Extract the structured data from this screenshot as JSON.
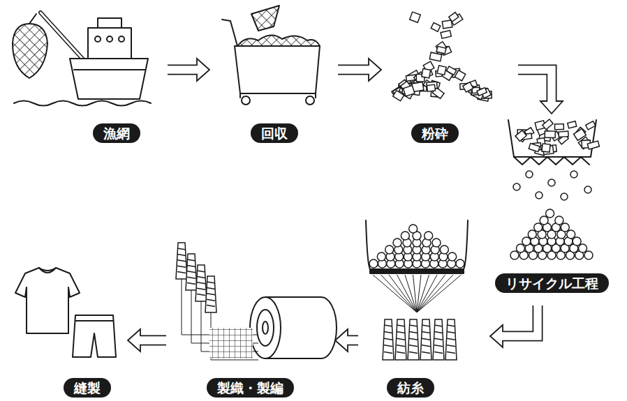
{
  "diagram": {
    "nodes": [
      {
        "text": [
          "漁網"
        ]
      },
      {
        "text": [
          "回収"
        ]
      },
      {
        "text": [
          "粉砕"
        ]
      },
      {
        "text": [
          "リサイクル工程"
        ]
      },
      {
        "text": [
          "紡糸"
        ]
      },
      {
        "text": [
          "製織・製編"
        ]
      },
      {
        "text": [
          "縫製"
        ]
      }
    ],
    "edges": [
      {
        "from": 0,
        "to": 1,
        "arrow": "to"
      },
      {
        "from": 1,
        "to": 2,
        "arrow": "to"
      },
      {
        "from": 2,
        "to": 3,
        "arrow": "to"
      },
      {
        "from": 3,
        "to": 4,
        "arrow": "to"
      },
      {
        "from": 4,
        "to": 5,
        "arrow": "to"
      },
      {
        "from": 5,
        "to": 6,
        "arrow": "to"
      }
    ]
  }
}
